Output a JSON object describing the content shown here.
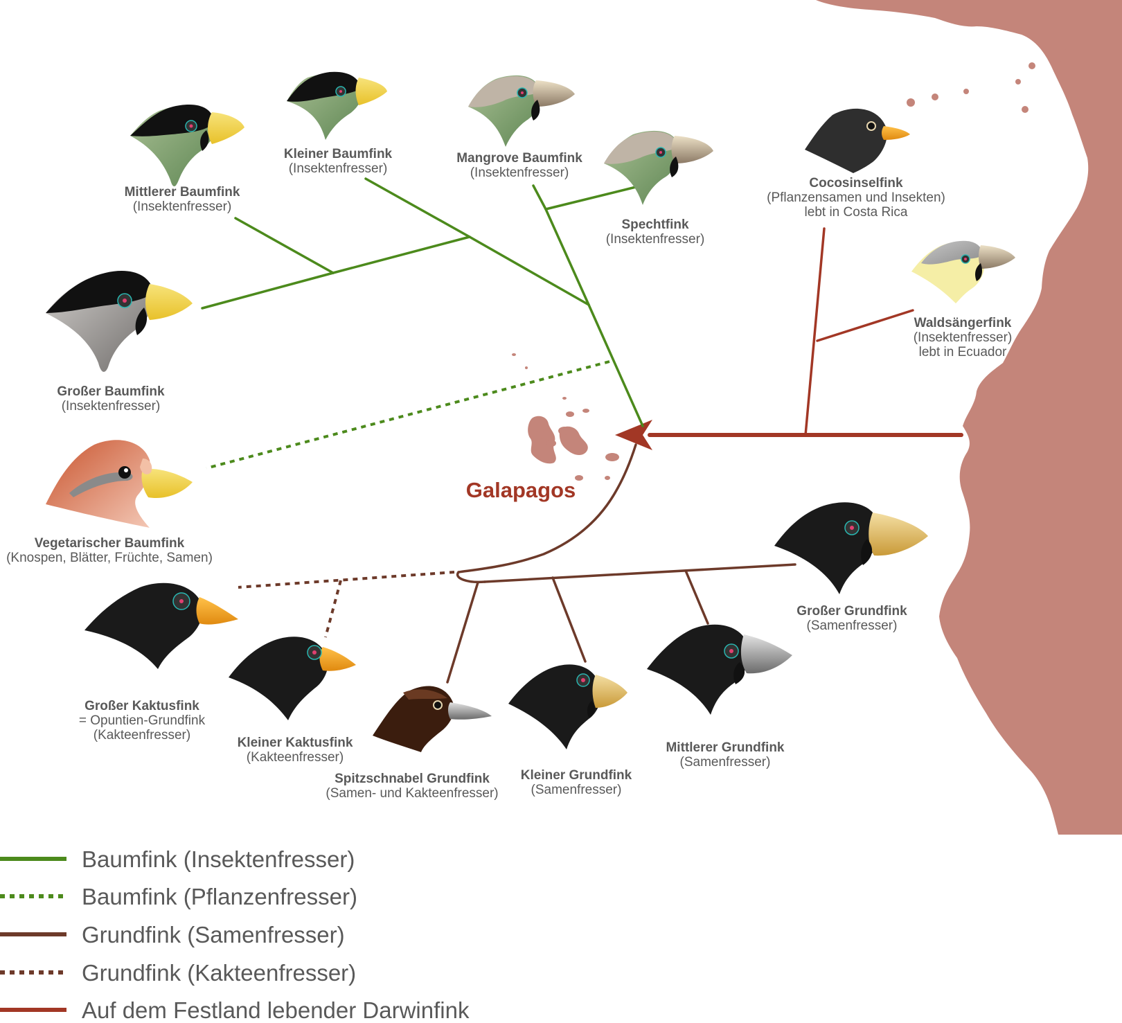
{
  "colors": {
    "insect_tree": "#4c8a1c",
    "plant_tree": "#4c8a1c",
    "seed_ground": "#6d3a2a",
    "cactus_ground": "#6d3a2a",
    "mainland": "#a23725",
    "land": "#c4857a",
    "text": "#595959",
    "galapagos_text": "#a23725"
  },
  "map": {
    "label": "Galapagos"
  },
  "finches": [
    {
      "id": "mittlerer-baumfink",
      "name": "Mittlerer Baumfink",
      "lines": [
        "(Insektenfresser)"
      ]
    },
    {
      "id": "kleiner-baumfink",
      "name": "Kleiner Baumfink",
      "lines": [
        "(Insektenfresser)"
      ]
    },
    {
      "id": "mangrove-baumfink",
      "name": "Mangrove Baumfink",
      "lines": [
        "(Insektenfresser)"
      ]
    },
    {
      "id": "spechtfink",
      "name": "Spechtfink",
      "lines": [
        "(Insektenfresser)"
      ]
    },
    {
      "id": "cocosinselfink",
      "name": "Cocosinselfink",
      "lines": [
        "(Pflanzensamen und Insekten)",
        "lebt in Costa Rica"
      ]
    },
    {
      "id": "waldsaengerfink",
      "name": "Waldsängerfink",
      "lines": [
        "(Insektenfresser)",
        "lebt in Ecuador"
      ]
    },
    {
      "id": "grosser-baumfink",
      "name": "Großer Baumfink",
      "lines": [
        "(Insektenfresser)"
      ]
    },
    {
      "id": "vegetarischer-baumfink",
      "name": "Vegetarischer Baumfink",
      "lines": [
        "(Knospen, Blätter, Früchte, Samen)"
      ]
    },
    {
      "id": "grosser-grundfink",
      "name": "Großer Grundfink",
      "lines": [
        "(Samenfresser)"
      ]
    },
    {
      "id": "grosser-kaktusfink",
      "name": "Großer Kaktusfink",
      "lines": [
        "= Opuntien-Grundfink",
        "(Kakteenfresser)"
      ]
    },
    {
      "id": "kleiner-kaktusfink",
      "name": "Kleiner Kaktusfink",
      "lines": [
        "(Kakteenfresser)"
      ]
    },
    {
      "id": "spitzschnabel-grundfink",
      "name": "Spitzschnabel Grundfink",
      "lines": [
        "(Samen- und Kakteenfresser)"
      ]
    },
    {
      "id": "kleiner-grundfink",
      "name": "Kleiner Grundfink",
      "lines": [
        "(Samenfresser)"
      ]
    },
    {
      "id": "mittlerer-grundfink",
      "name": "Mittlerer Grundfink",
      "lines": [
        "(Samenfresser)"
      ]
    }
  ],
  "legend": [
    {
      "label": "Baumfink (Insektenfresser)",
      "color": "#4c8a1c",
      "style": "solid"
    },
    {
      "label": "Baumfink (Pflanzenfresser)",
      "color": "#4c8a1c",
      "style": "dotted"
    },
    {
      "label": "Grundfink (Samenfresser)",
      "color": "#6d3a2a",
      "style": "solid"
    },
    {
      "label": "Grundfink (Kakteenfresser)",
      "color": "#6d3a2a",
      "style": "dotted"
    },
    {
      "label": "Auf dem Festland lebender Darwinfink",
      "color": "#a23725",
      "style": "solid"
    }
  ]
}
